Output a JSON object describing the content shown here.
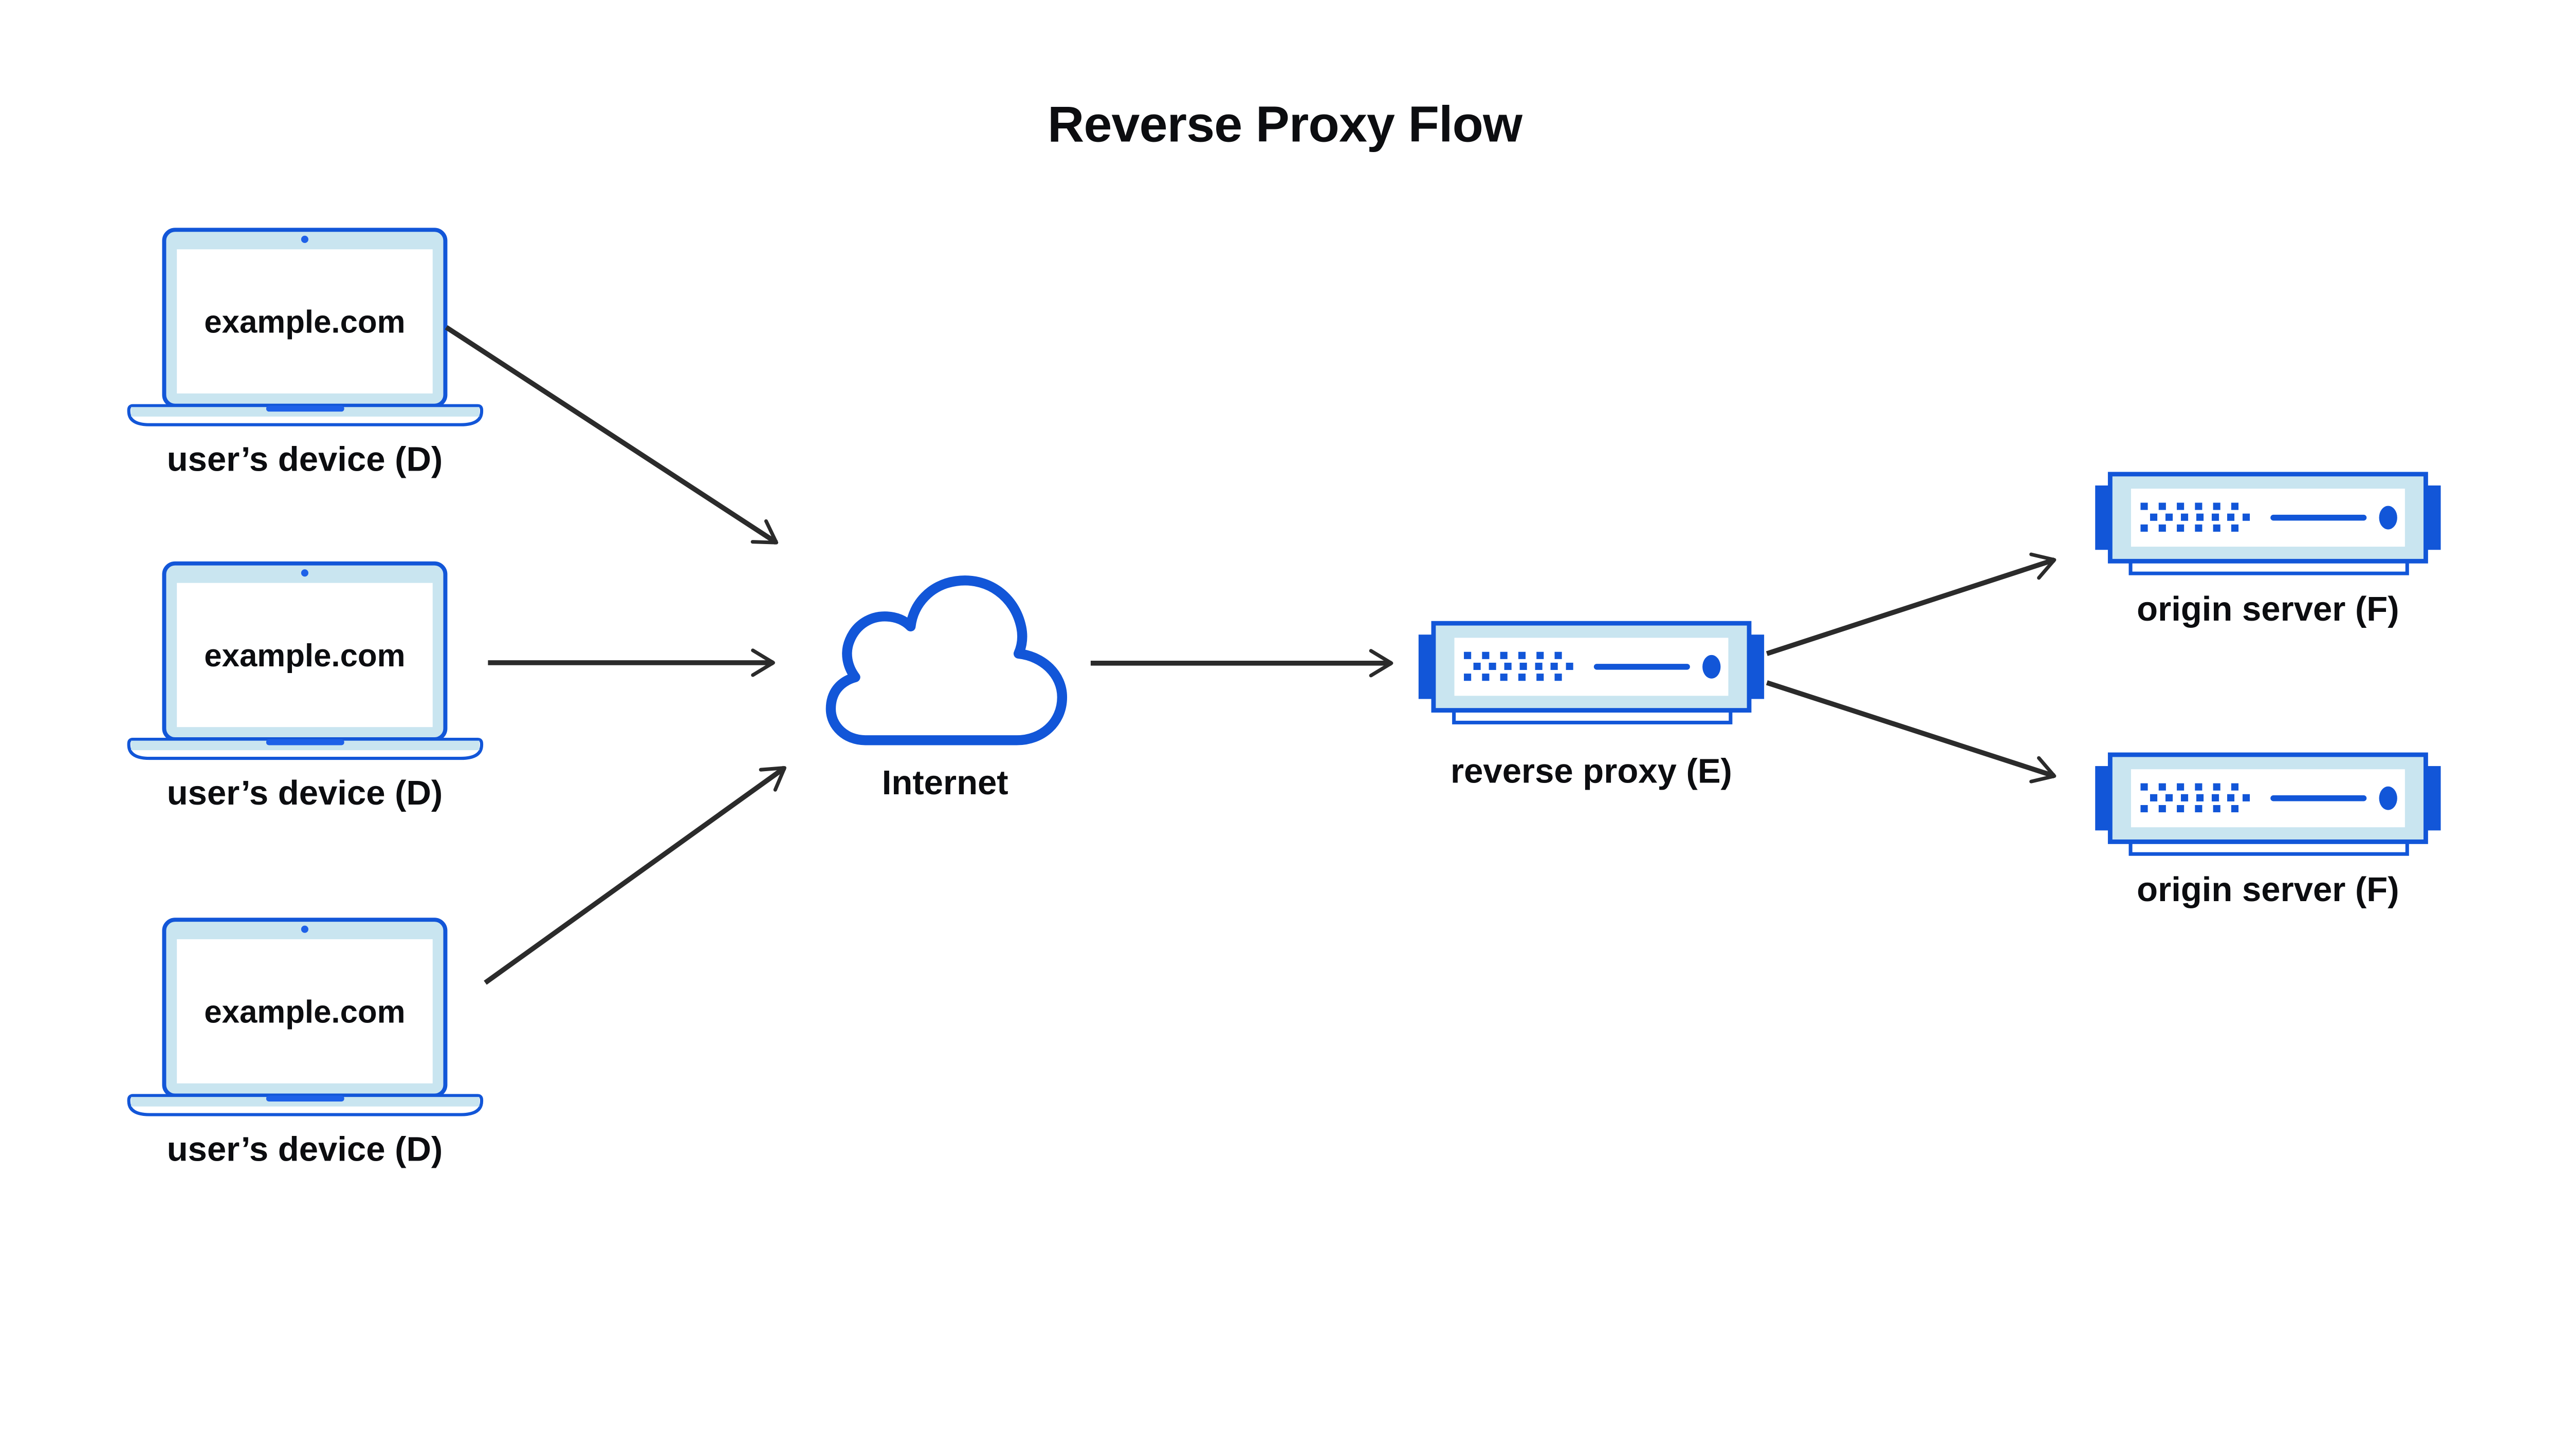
{
  "title": "Reverse Proxy Flow",
  "colors": {
    "blue": "#1256d8",
    "blue_accent": "#1e61e8",
    "light_blue": "#c9e5f0",
    "arrow": "#2b2b2b",
    "text": "#0c0d10",
    "background": "#ffffff"
  },
  "nodes": {
    "devices": [
      {
        "id": "user-device-1",
        "screen_text": "example.com",
        "label": "user’s device (D)"
      },
      {
        "id": "user-device-2",
        "screen_text": "example.com",
        "label": "user’s device (D)"
      },
      {
        "id": "user-device-3",
        "screen_text": "example.com",
        "label": "user’s device (D)"
      }
    ],
    "internet": {
      "id": "internet",
      "label": "Internet"
    },
    "reverse_proxy": {
      "id": "reverse-proxy",
      "label": "reverse proxy (E)"
    },
    "origin_servers": [
      {
        "id": "origin-server-1",
        "label": "origin server (F)"
      },
      {
        "id": "origin-server-2",
        "label": "origin server (F)"
      }
    ]
  },
  "edges": [
    {
      "from": "user-device-1",
      "to": "internet"
    },
    {
      "from": "user-device-2",
      "to": "internet"
    },
    {
      "from": "user-device-3",
      "to": "internet"
    },
    {
      "from": "internet",
      "to": "reverse-proxy"
    },
    {
      "from": "reverse-proxy",
      "to": "origin-server-1"
    },
    {
      "from": "reverse-proxy",
      "to": "origin-server-2"
    }
  ]
}
